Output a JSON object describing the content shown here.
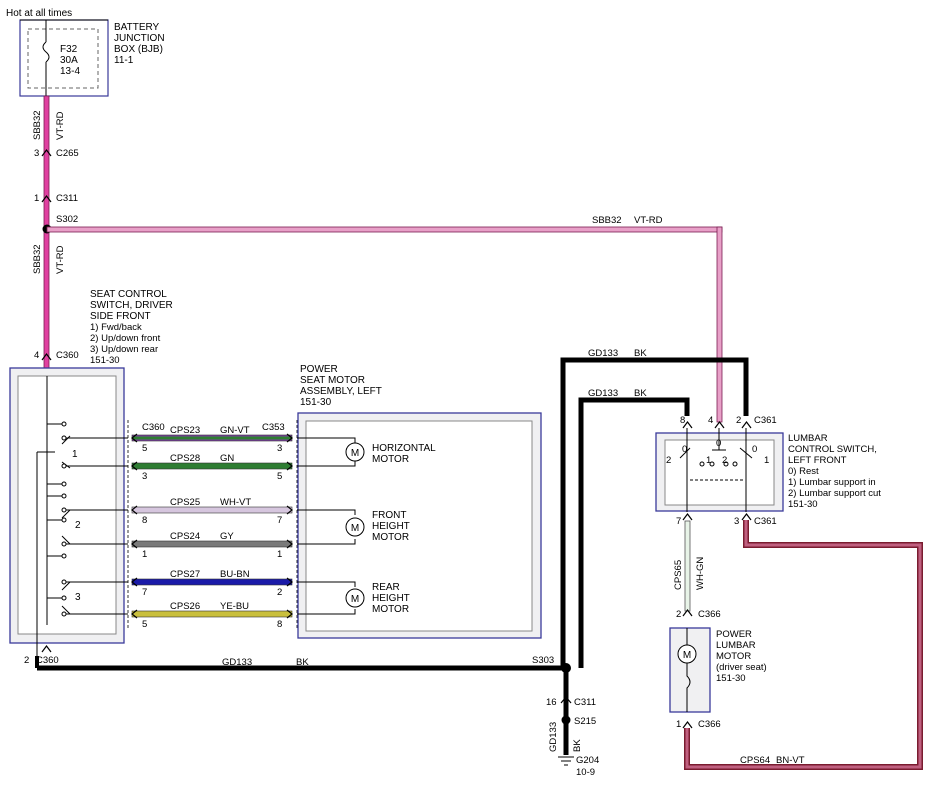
{
  "header": {
    "hot_label": "Hot at all times"
  },
  "bjb": {
    "name_lines": [
      "BATTERY",
      "JUNCTION",
      "BOX (BJB)",
      "11-1"
    ],
    "fuse_lines": [
      "F32",
      "30A",
      "13-4"
    ]
  },
  "feed_wire": {
    "circuit": "SBB32",
    "color": "VT-RD",
    "circuit_lower": "SBB32",
    "color_lower": "VT-RD"
  },
  "connectors": {
    "c265": "C265",
    "c265_pin": "3",
    "c311_top": "C311",
    "c311_top_pin": "1",
    "s302": "S302",
    "c360_top": "C360",
    "c360_top_pin": "4",
    "c360_bottom": "C360",
    "c360_bottom_pin": "2",
    "s303": "S303",
    "c311_bottom": "C311",
    "c311_bottom_pin": "16",
    "s215": "S215",
    "c361_top": "C361",
    "c361_top_pins": [
      "8",
      "4",
      "2"
    ],
    "c361_bottom": "C361",
    "c361_bottom_pins": [
      "7",
      "3"
    ],
    "c366_top": "C366",
    "c366_top_pin": "2",
    "c366_bottom": "C366",
    "c366_bottom_pin": "1",
    "c360_mid": "C360",
    "c353": "C353"
  },
  "seat_switch": {
    "title_lines": [
      "SEAT CONTROL",
      "SWITCH, DRIVER",
      "SIDE FRONT"
    ],
    "legend_lines": [
      "1) Fwd/back",
      "2) Up/down front",
      "3) Up/down rear",
      "151-30"
    ],
    "switch_numbers": [
      "1",
      "2",
      "3"
    ]
  },
  "seat_motor": {
    "title_lines": [
      "POWER",
      "SEAT MOTOR",
      "ASSEMBLY, LEFT",
      "151-30"
    ],
    "motors": [
      {
        "name_lines": [
          "HORIZONTAL",
          "MOTOR"
        ]
      },
      {
        "name_lines": [
          "FRONT",
          "HEIGHT",
          "MOTOR"
        ]
      },
      {
        "name_lines": [
          "REAR",
          "HEIGHT",
          "MOTOR"
        ]
      }
    ],
    "motor_symbol": "M"
  },
  "seat_wires": [
    {
      "circuit": "CPS23",
      "color": "GN-VT",
      "pin_left": "5",
      "pin_right": "3",
      "stroke": "#2e7d32",
      "stroke2": "#7b3f9e"
    },
    {
      "circuit": "CPS28",
      "color": "GN",
      "pin_left": "3",
      "pin_right": "5",
      "stroke": "#2e7d32",
      "stroke2": "#2e7d32"
    },
    {
      "circuit": "CPS25",
      "color": "WH-VT",
      "pin_left": "8",
      "pin_right": "7",
      "stroke": "#d6c6de",
      "stroke2": "#d6c6de"
    },
    {
      "circuit": "CPS24",
      "color": "GY",
      "pin_left": "1",
      "pin_right": "1",
      "stroke": "#7a7a7a",
      "stroke2": "#7a7a7a"
    },
    {
      "circuit": "CPS27",
      "color": "BU-BN",
      "pin_left": "7",
      "pin_right": "2",
      "stroke": "#1a1aa8",
      "stroke2": "#1a1aa8"
    },
    {
      "circuit": "CPS26",
      "color": "YE-BU",
      "pin_left": "5",
      "pin_right": "8",
      "stroke": "#c9bf3c",
      "stroke2": "#c9bf3c"
    }
  ],
  "ground_wires": {
    "upper": {
      "circuit": "GD133",
      "color": "BK"
    },
    "middle": {
      "circuit": "GD133",
      "color": "BK"
    },
    "bottom": {
      "circuit": "GD133",
      "color": "BK"
    },
    "vertical": {
      "circuit": "GD133",
      "color": "BK"
    }
  },
  "ground": {
    "name": "G204",
    "ref": "10-9"
  },
  "sbb32_long": {
    "circuit": "SBB32",
    "color": "VT-RD"
  },
  "lumbar_switch": {
    "title_lines": [
      "LUMBAR",
      "CONTROL SWITCH,",
      "LEFT FRONT"
    ],
    "legend_lines": [
      "0) Rest",
      "1) Lumbar support in",
      "2) Lumbar support cut",
      "151-30"
    ],
    "contact_labels": [
      "2",
      "0",
      "1",
      "0",
      "2",
      "0",
      "1"
    ]
  },
  "cps65": {
    "circuit": "CPS65",
    "color": "WH-GN"
  },
  "lumbar_motor": {
    "title_lines": [
      "POWER",
      "LUMBAR",
      "MOTOR",
      "(driver seat)",
      "151-30"
    ],
    "motor_symbol": "M"
  },
  "cps64": {
    "circuit": "CPS64",
    "color": "BN-VT"
  },
  "colors": {
    "vt_rd_fill": "#e040a0",
    "bn_vt_fill": "#a04050",
    "ground_black": "#000000",
    "box_blue": "#3a3a9a"
  }
}
